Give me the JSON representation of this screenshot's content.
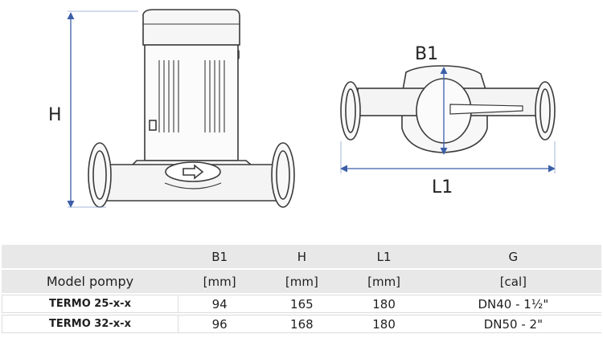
{
  "dimensions": {
    "h_label": "H",
    "b1_label": "B1",
    "l1_label": "L1"
  },
  "table": {
    "model_header": "Model pompy",
    "columns": [
      {
        "name": "B1",
        "unit": "[mm]"
      },
      {
        "name": "H",
        "unit": "[mm]"
      },
      {
        "name": "L1",
        "unit": "[mm]"
      },
      {
        "name": "G",
        "unit": "[cal]"
      }
    ],
    "rows": [
      {
        "model": "TERMO 25-x-x",
        "b1": "94",
        "h": "165",
        "l1": "180",
        "g": "DN40 - 1½\""
      },
      {
        "model": "TERMO 32-x-x",
        "b1": "96",
        "h": "168",
        "l1": "180",
        "g": "DN50 - 2\""
      }
    ]
  },
  "colors": {
    "line": "#3a3a3a",
    "dimension": "#3b5fa8",
    "table_header_bg": "#e8e8e8"
  }
}
